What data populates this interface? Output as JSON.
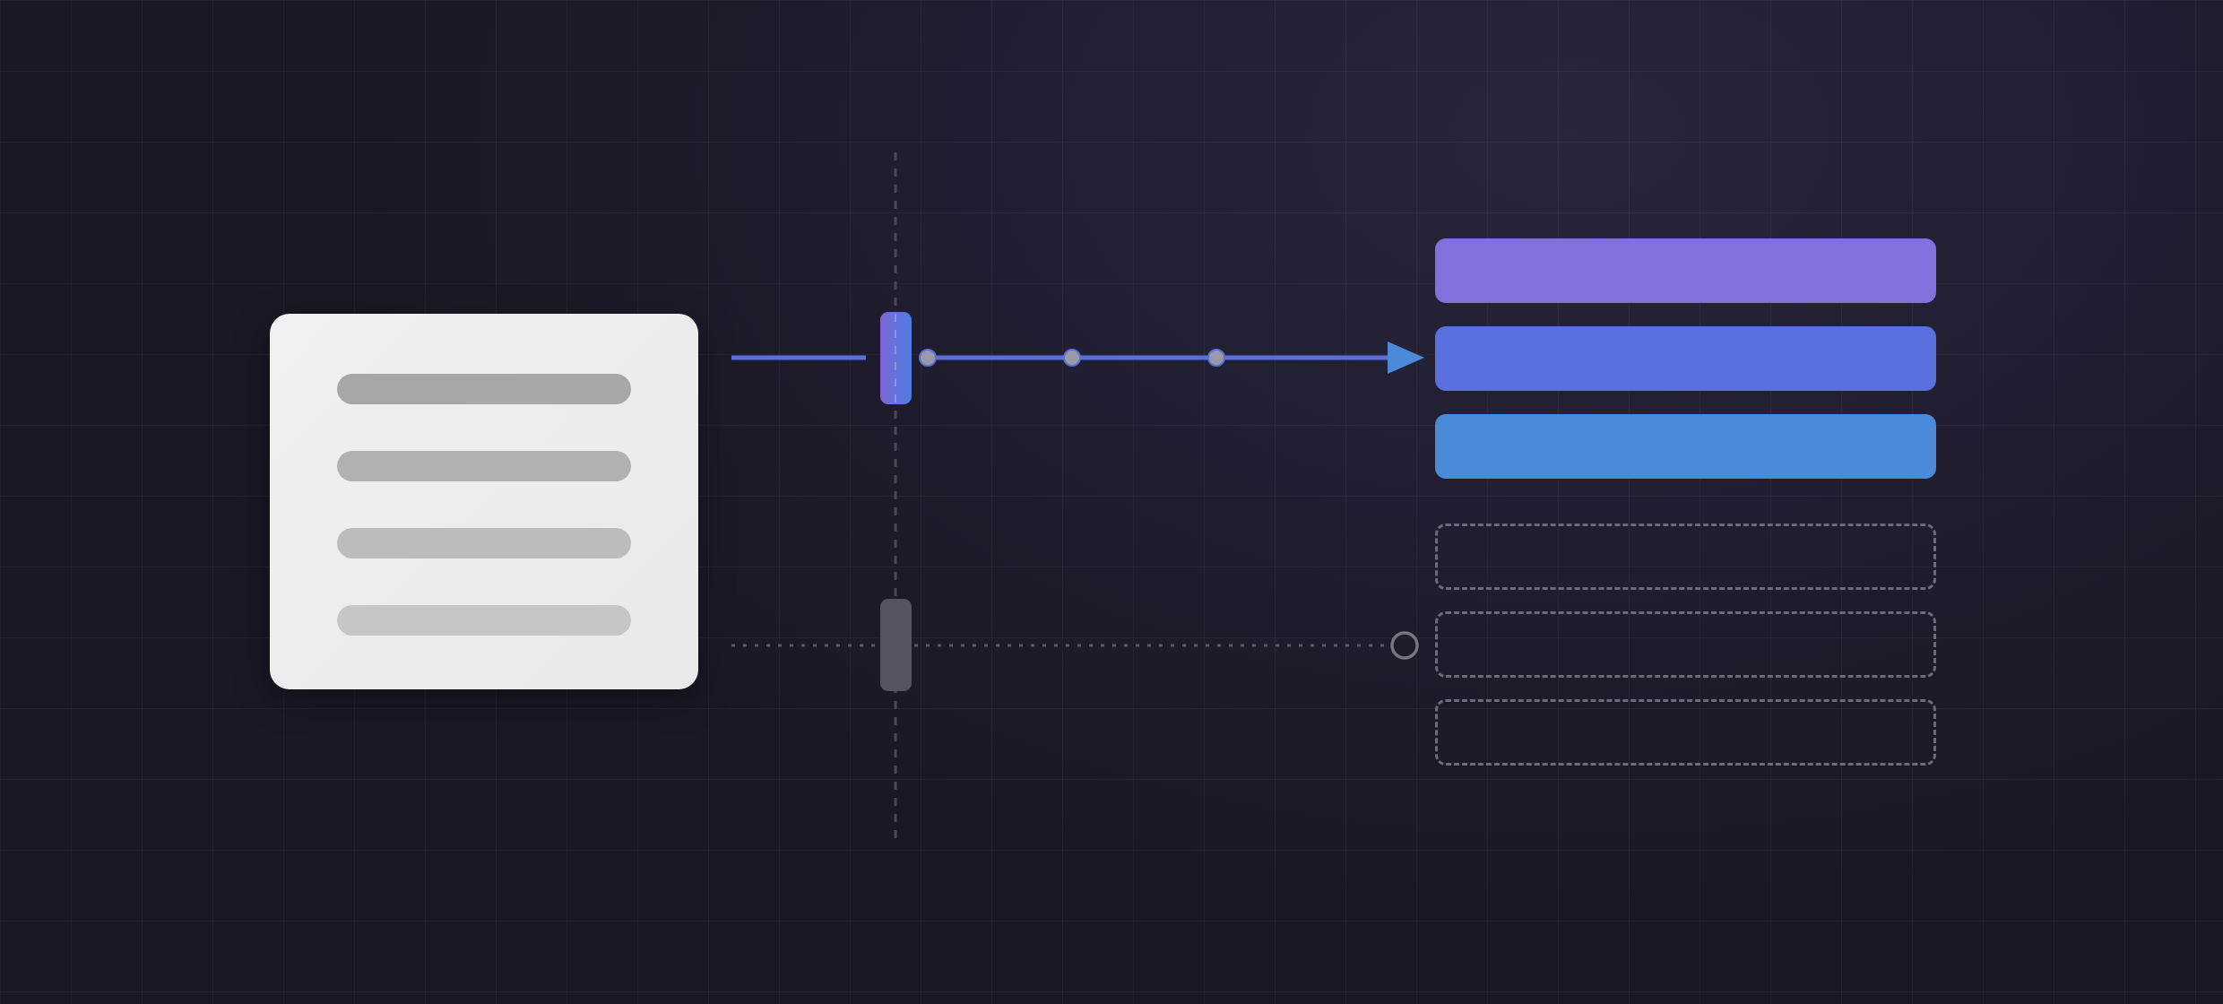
{
  "colors": {
    "background": "#1f1d2e",
    "card": "#eeeef1",
    "source_lines": [
      "#a7a6ab",
      "#b0b0b5",
      "#bbbbc0",
      "#c6c6ca"
    ],
    "active_connector": "#5c6fd9",
    "active_gate": "#6a69d8",
    "inactive_gate": "#55535f",
    "inactive_connector": "#5b5966",
    "dashed_outline": "#6d6b7a",
    "output_purple": "#8270dd",
    "output_indigo": "#5a70de",
    "output_blue": "#4a8ad9"
  },
  "diagram": {
    "source_card": {
      "line_count": 4,
      "icon": "document-lines-icon"
    },
    "active_path": {
      "waypoints": 3,
      "arrowhead": "arrow-right-icon"
    },
    "inactive_path": {
      "terminal": "hollow-circle-icon"
    },
    "outputs": {
      "filled": [
        "purple",
        "indigo",
        "blue"
      ],
      "dashed_placeholders": 3
    }
  }
}
